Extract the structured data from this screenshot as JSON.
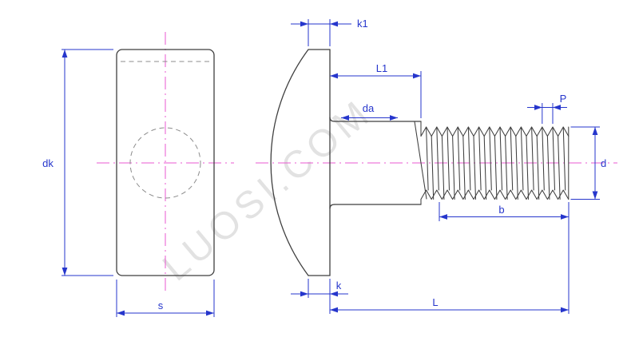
{
  "watermark": "LUOSI.COM",
  "colors": {
    "object_line": "#3f3f3f",
    "dimension": "#2636cc",
    "centerline": "#e85ad0",
    "hidden_line": "#8c8c8c",
    "background": "#ffffff"
  },
  "labels": {
    "dk": "dk",
    "s": "s",
    "k1": "k1",
    "l1": "L1",
    "da": "da",
    "p": "P",
    "d": "d",
    "b": "b",
    "k": "k",
    "l": "L"
  }
}
